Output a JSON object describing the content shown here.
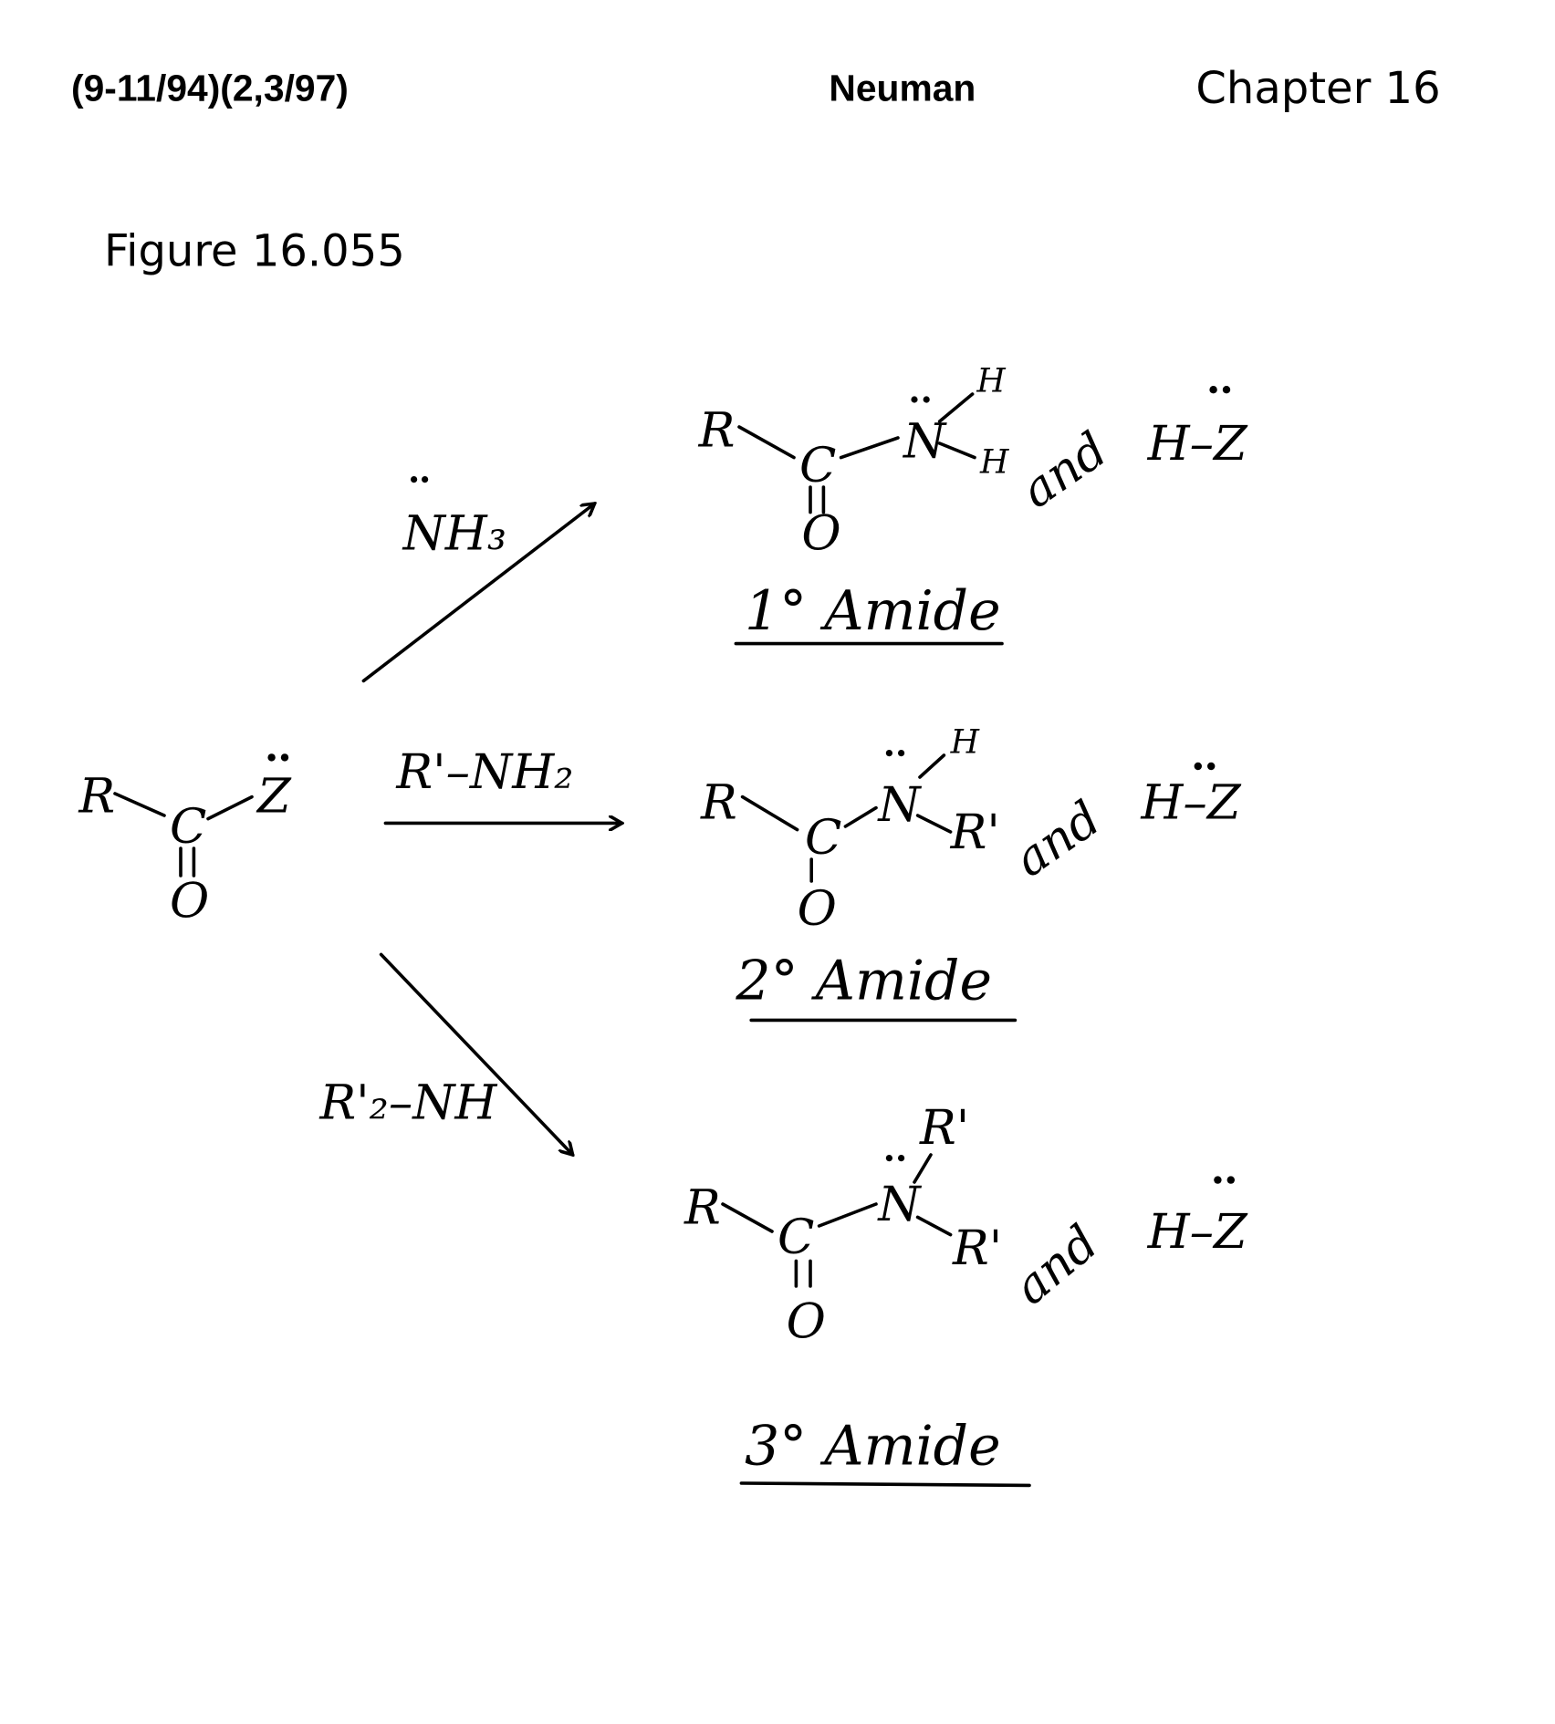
{
  "header": {
    "dates": "(9-11/94)(2,3/97)",
    "author": "Neuman",
    "chapter": "Chapter 16"
  },
  "figure_label": "Figure 16.055",
  "reactant": {
    "r": "R",
    "c": "C",
    "z": "Z",
    "o": "O"
  },
  "reagents": {
    "ammonia": "NH₃",
    "primary_amine": "R'–NH₂",
    "secondary_amine": "R'₂–NH"
  },
  "products": [
    {
      "r": "R",
      "c": "C",
      "n": "N",
      "sub1": "H",
      "sub2": "H",
      "o": "O",
      "and": "and",
      "byproduct": "H–Z",
      "name": "1° Amide"
    },
    {
      "r": "R",
      "c": "C",
      "n": "N",
      "sub1": "H",
      "sub2": "R'",
      "o": "O",
      "and": "and",
      "byproduct": "H–Z",
      "name": "2° Amide"
    },
    {
      "r": "R",
      "c": "C",
      "n": "N",
      "sub1": "R'",
      "sub2": "R'",
      "o": "O",
      "and": "and",
      "byproduct": "H–Z",
      "name": "3° Amide"
    }
  ]
}
